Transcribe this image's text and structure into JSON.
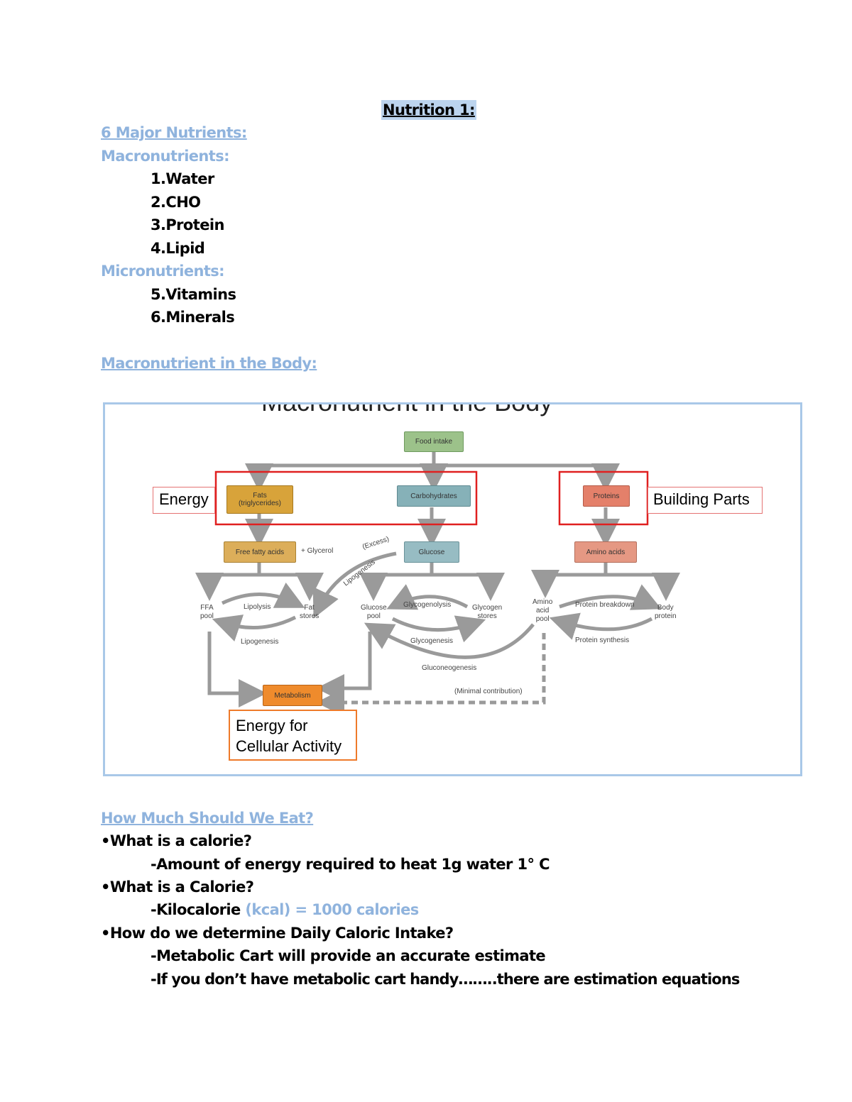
{
  "header": {
    "title": "Nutrition 1:",
    "major_heading": "6 Major Nutrients:",
    "macro_heading": "Macronutrients:",
    "macro_items": [
      "1.Water",
      "2.CHO",
      "3.Protein",
      "4.Lipid"
    ],
    "micro_heading": "Micronutrients:",
    "micro_items": [
      "5.Vitamins",
      "6.Minerals"
    ]
  },
  "body_section": {
    "heading": "Macronutrient in the Body:"
  },
  "figure": {
    "title": "Macronutrient in the Body",
    "callouts": {
      "energy": "Energy",
      "building": "Building Parts",
      "energy_for_line1": "Energy for",
      "energy_for_line2": "Cellular Activity"
    },
    "nodes": {
      "food_intake": "Food intake",
      "fats": "Fats",
      "fats_sub": "(triglycerides)",
      "carbohydrates": "Carbohydrates",
      "proteins": "Proteins",
      "free_fatty_acids": "Free fatty acids",
      "glucose": "Glucose",
      "amino_acids": "Amino acids",
      "metabolism": "Metabolism"
    },
    "labels": {
      "glycerol": "+ Glycerol",
      "excess": "(Excess)",
      "lipogenesis_diag": "Lipogenesis",
      "ffa_pool": "FFA\npool",
      "lipolysis": "Lipolysis",
      "fat_stores": "Fat\nstores",
      "lipogenesis": "Lipogenesis",
      "glucose_pool": "Glucose\npool",
      "glycogenolysis": "Glycogenolysis",
      "glycogen_stores": "Glycogen\nstores",
      "glycogenesis": "Glycogenesis",
      "gluconeogenesis": "Gluconeogenesis",
      "amino_acid_pool": "Amino\nacid\npool",
      "protein_breakdown": "Protein breakdown",
      "body_protein": "Body\nprotein",
      "protein_synthesis": "Protein synthesis",
      "minimal_contribution": "(Minimal contribution)"
    },
    "colors": {
      "food": "#9cc28a",
      "fats": "#d8a33a",
      "carbs": "#86b1b8",
      "proteins": "#e4806a",
      "ffa": "#dcae5a",
      "glucose": "#97bcc3",
      "amino": "#e59883",
      "metabolism": "#ef8b2c",
      "red_box": "#e02020",
      "orange_box": "#ee7a2a",
      "arrow": "#9a9a9a"
    }
  },
  "calories_section": {
    "heading": "How Much Should We Eat?",
    "q1": "•What is a calorie?",
    "a1": "-Amount of energy required to heat 1g water 1° C",
    "q2": "•What is a Calorie?",
    "a2_prefix": "-Kilocalorie ",
    "a2_highlight": "(kcal) = 1000 calories",
    "q3": "•How do we determine Daily Caloric Intake?",
    "a3": "-Metabolic Cart will provide an accurate estimate",
    "a4": "-If you don’t have metabolic cart handy……..there are estimation equations"
  }
}
